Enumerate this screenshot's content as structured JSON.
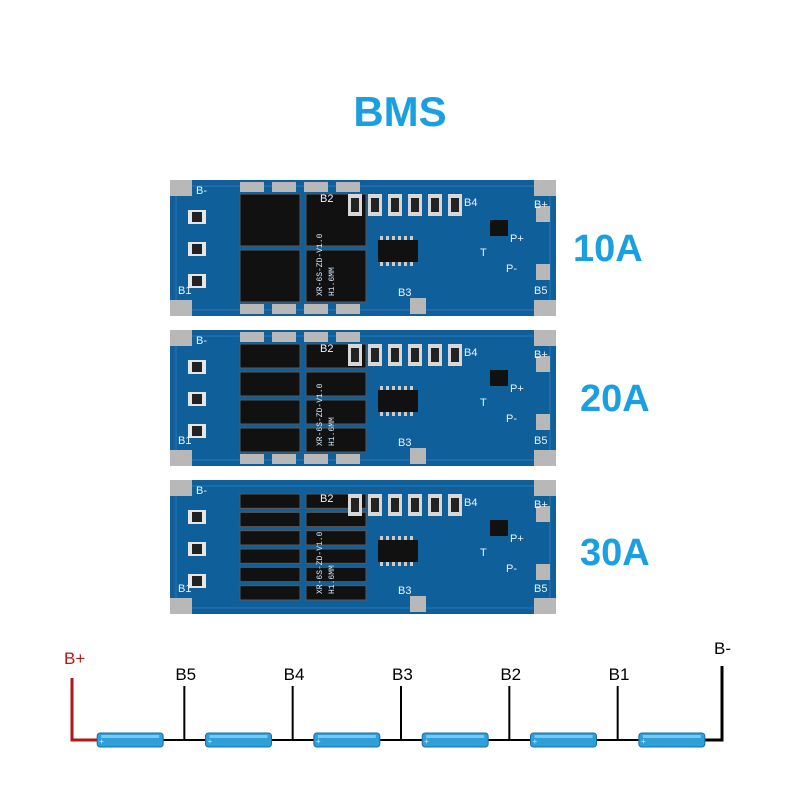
{
  "title": "BMS",
  "colors": {
    "title": "#1a9fe0",
    "rating": "#1a9fe0",
    "pcb": "#0f5f9a",
    "pcb_dark": "#0b4a7a",
    "pad": "#b8b8b8",
    "mosfet": "#111111",
    "cell": "#2f9fd8",
    "positive_wire": "#b01818",
    "negative_wire": "#000000"
  },
  "boards": [
    {
      "rating": "10A",
      "mosfet_rows": 2,
      "labels": {
        "bminus": "B-",
        "b1": "B1",
        "b2": "B2",
        "b3": "B3",
        "b4": "B4",
        "b5": "B5",
        "bplus": "B+",
        "pplus": "P+",
        "pminus": "P-",
        "t": "T",
        "model": "XR-6S-ZD-V1.0",
        "thickness": "H1.6MM"
      }
    },
    {
      "rating": "20A",
      "mosfet_rows": 4,
      "labels": {
        "bminus": "B-",
        "b1": "B1",
        "b2": "B2",
        "b3": "B3",
        "b4": "B4",
        "b5": "B5",
        "bplus": "B+",
        "pplus": "P+",
        "pminus": "P-",
        "t": "T",
        "model": "XR-6S-ZD-V1.0",
        "thickness": "H1.6MM"
      }
    },
    {
      "rating": "30A",
      "mosfet_rows": 6,
      "labels": {
        "bminus": "B-",
        "b1": "B1",
        "b2": "B2",
        "b3": "B3",
        "b4": "B4",
        "b5": "B5",
        "bplus": "B+",
        "pplus": "P+",
        "pminus": "P-",
        "t": "T",
        "model": "XR-6S-ZD-V1.0",
        "thickness": "H1.6MM"
      }
    }
  ],
  "wiring": {
    "positive_label": "B+",
    "negative_label": "B-",
    "taps": [
      "B5",
      "B4",
      "B3",
      "B2",
      "B1"
    ],
    "cell_count": 6,
    "cell_terminal": "+"
  }
}
